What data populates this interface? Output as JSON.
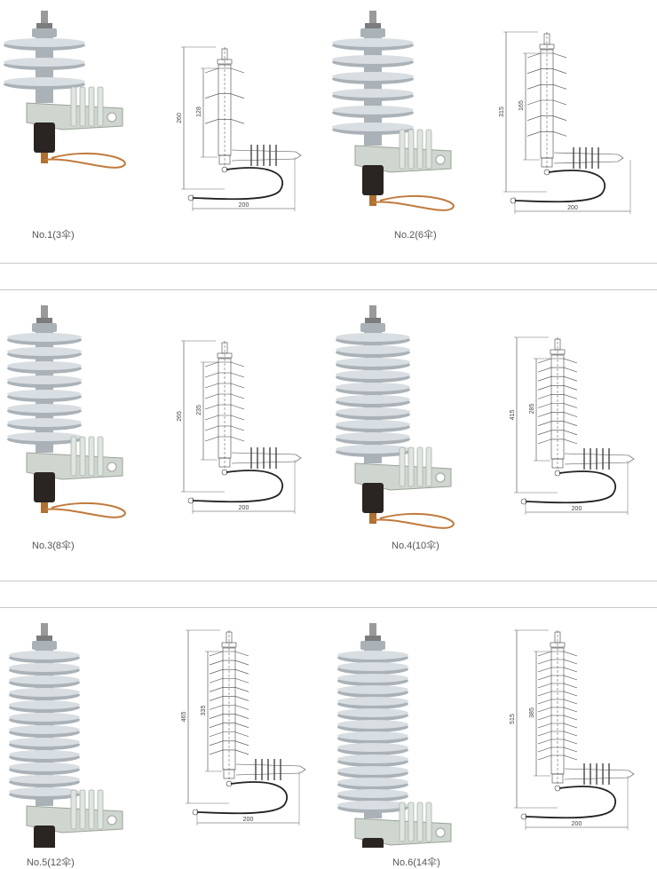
{
  "products": [
    {
      "label": "No.1(3伞)",
      "sheds": 3,
      "dims": {
        "height_total": "260",
        "height_inner": "128",
        "width": "200"
      }
    },
    {
      "label": "No.2(6伞)",
      "sheds": 6,
      "dims": {
        "height_total": "315",
        "height_inner": "165",
        "width": "200"
      }
    },
    {
      "label": "No.3(8伞)",
      "sheds": 8,
      "dims": {
        "height_total": "265",
        "height_inner": "235",
        "width": "200"
      }
    },
    {
      "label": "No.4(10伞)",
      "sheds": 10,
      "dims": {
        "height_total": "415",
        "height_inner": "285",
        "width": "200"
      }
    },
    {
      "label": "No.5(12伞)",
      "sheds": 12,
      "dims": {
        "height_total": "465",
        "height_inner": "335",
        "width": "200"
      }
    },
    {
      "label": "No.6(14伞)",
      "sheds": 14,
      "dims": {
        "height_total": "515",
        "height_inner": "385",
        "width": "200"
      }
    }
  ],
  "colors": {
    "porcelain": "#d9dee2",
    "porcelain_shadow": "#aab2b8",
    "bracket": "#cfd6cf",
    "base": "#2a2522",
    "wire": "#c07a3a",
    "line": "#444444"
  }
}
